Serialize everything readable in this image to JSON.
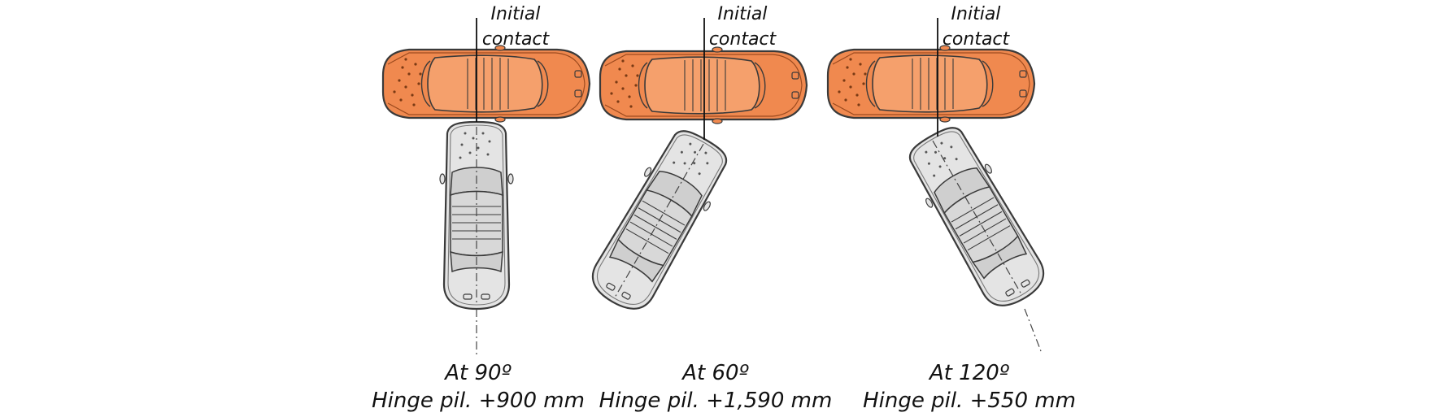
{
  "colors": {
    "struck_vehicle": "#F0894F",
    "striking_vehicle": "#E4E4E4",
    "outline": "#3a3a3a",
    "text": "#111111"
  },
  "panels": [
    {
      "angle_deg": 90,
      "contact_label": [
        "Initial",
        "contact"
      ],
      "caption_line1": "At 90º",
      "caption_line2": "Hinge pil. +900 mm"
    },
    {
      "angle_deg": 60,
      "contact_label": [
        "Initial",
        "contact"
      ],
      "caption_line1": "At 60º",
      "caption_line2": "Hinge pil. +1,590 mm"
    },
    {
      "angle_deg": 120,
      "contact_label": [
        "Initial",
        "contact"
      ],
      "caption_line1": "At 120º",
      "caption_line2": "Hinge pil. +550 mm"
    }
  ]
}
